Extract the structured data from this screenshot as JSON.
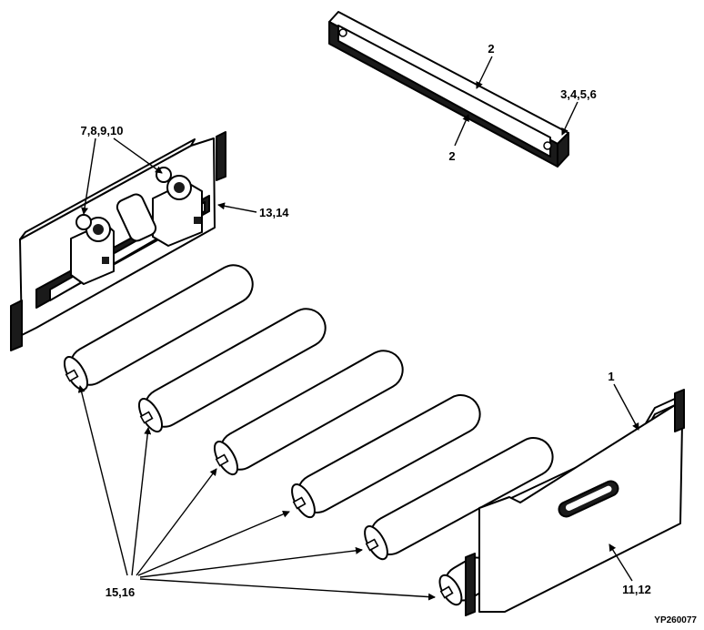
{
  "labels": {
    "l1": "1",
    "l2a": "2",
    "l2b": "2",
    "l3": "3,4,5,6",
    "l7": "7,8,9,10",
    "l11": "11,12",
    "l13": "13,14",
    "l15": "15,16"
  },
  "figure_code": "YP260077",
  "colors": {
    "ink": "#000000",
    "part": "#ffffff",
    "paper": "#ffffff"
  }
}
